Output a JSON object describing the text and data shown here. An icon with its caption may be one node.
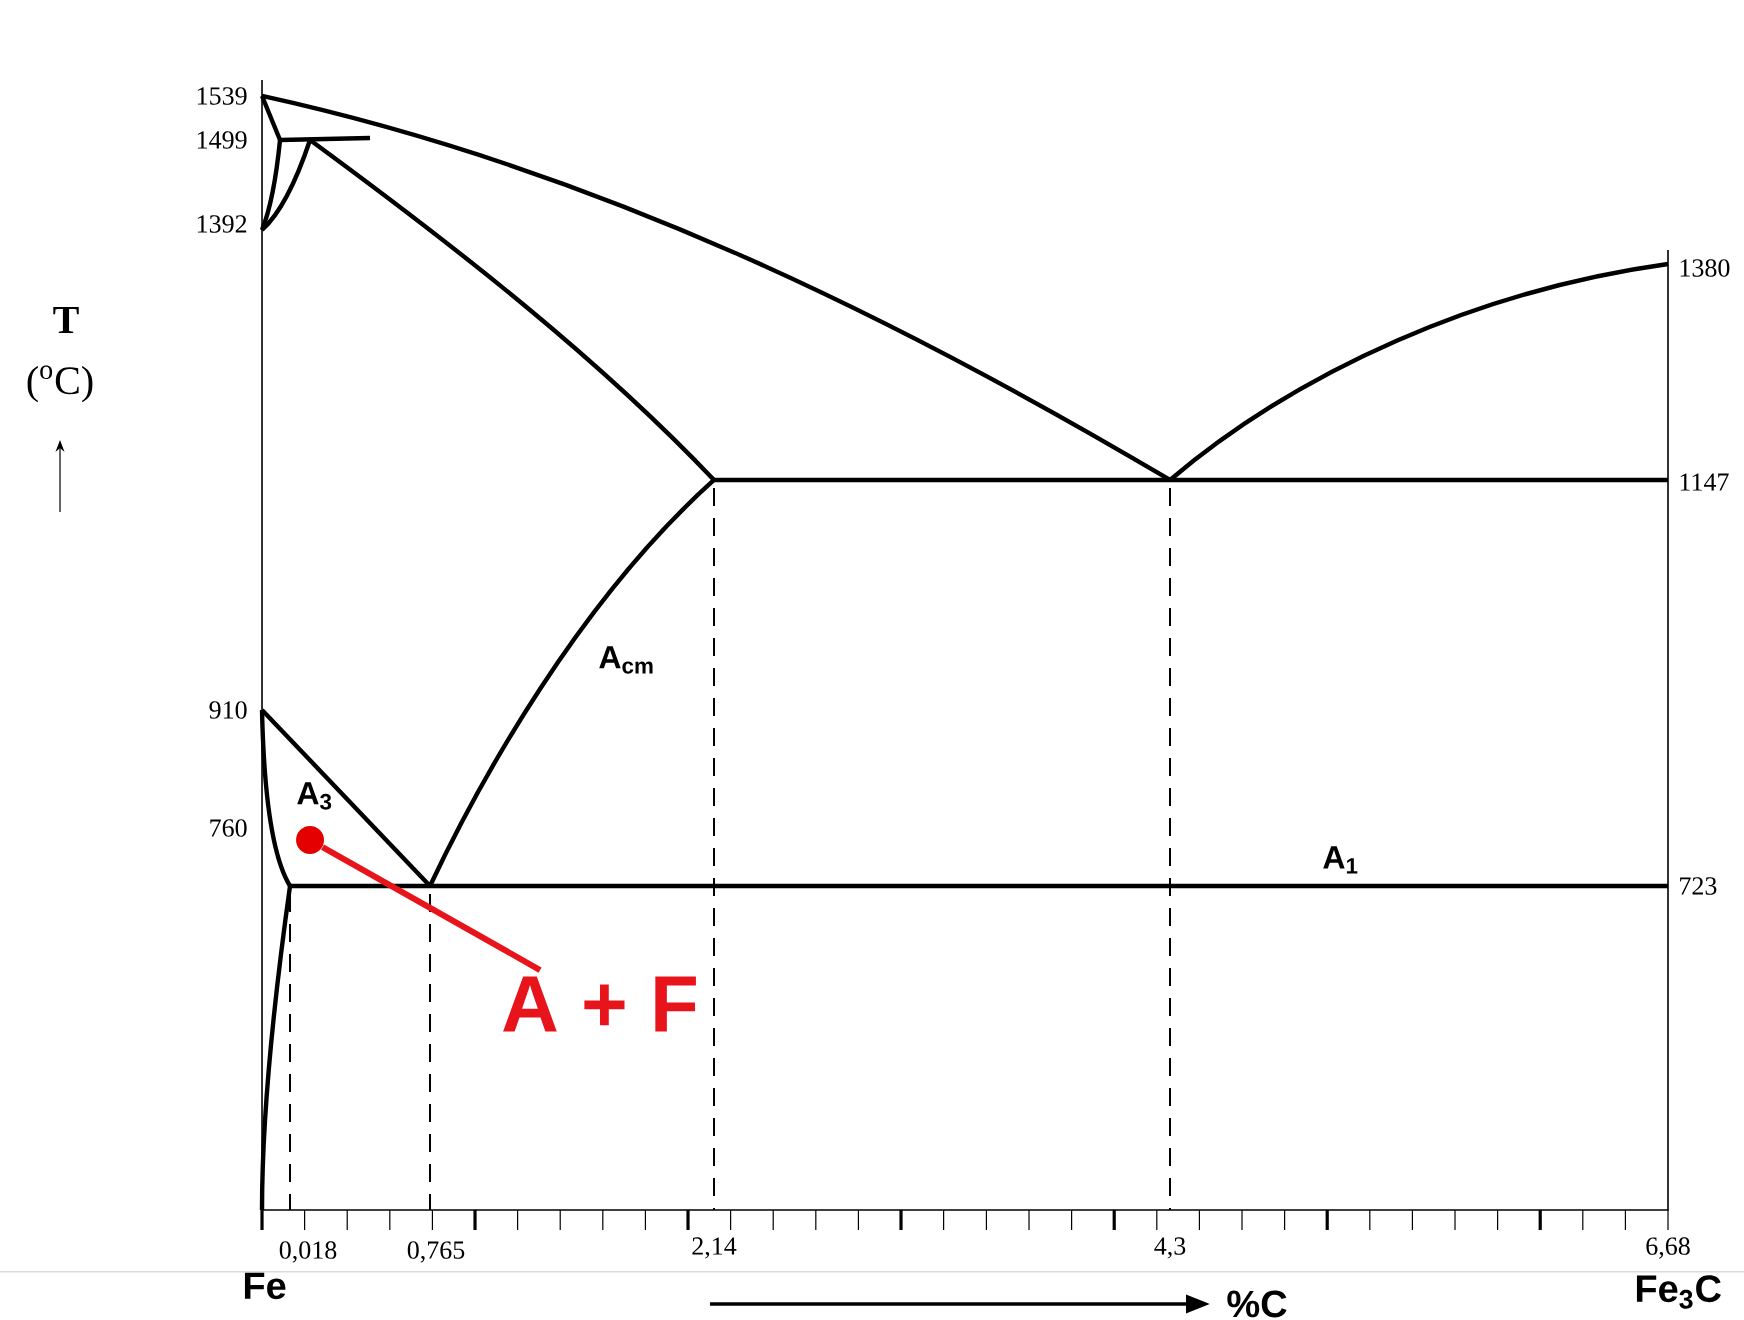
{
  "diagram": {
    "nodes": [
      {
        "text": [
          "A + F"
        ]
      },
      {
        "text": [],
        "shape": "circle"
      }
    ],
    "edges": [
      {
        "from": 0,
        "to": 1,
        "arrow": "none",
        "color": "#e8141b"
      }
    ],
    "labels": [
      "1539",
      "1499",
      "1392",
      "T",
      "($^{o}$C)",
      "1380",
      "1147",
      "A$_{cm}$",
      "910",
      "A$_{3}$",
      "760",
      "A$_{1}$",
      "723",
      "0,018",
      "0,765",
      "2,14",
      "4,3",
      "6,68",
      "Fe",
      "%C",
      "Fe$_{3}$C"
    ]
  }
}
